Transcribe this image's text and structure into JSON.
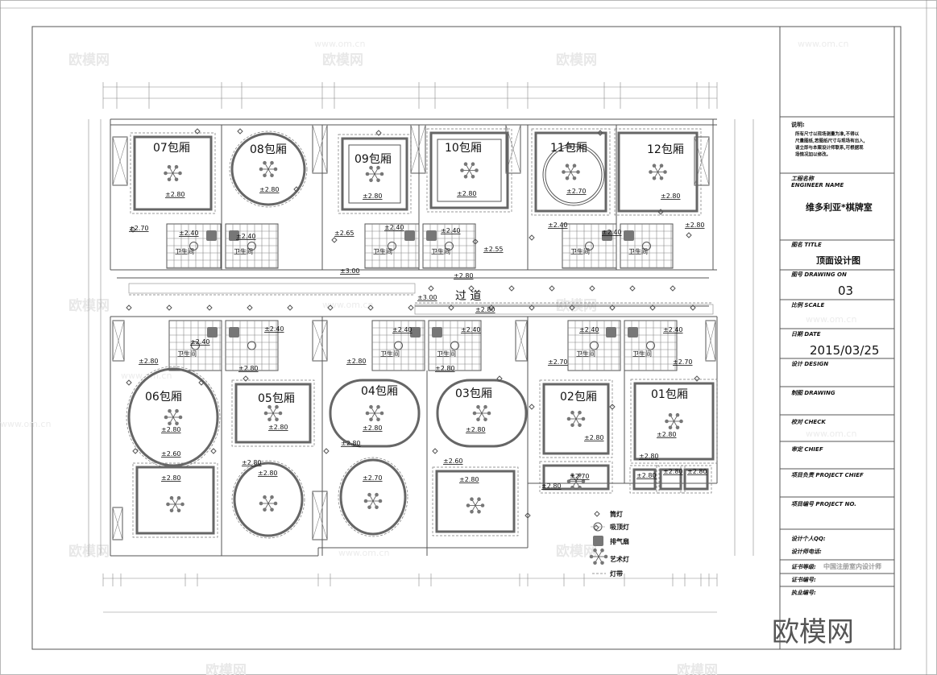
{
  "drawing": {
    "corridor_label": "过 道",
    "rooms": [
      {
        "label": "07包厢",
        "elev": "±2.80"
      },
      {
        "label": "08包厢",
        "elev": "±2.80"
      },
      {
        "label": "09包厢",
        "elev": "±2.80"
      },
      {
        "label": "10包厢",
        "elev": "±2.80"
      },
      {
        "label": "11包厢",
        "elev": "±2.70"
      },
      {
        "label": "12包厢",
        "elev": "±2.80"
      },
      {
        "label": "06包厢",
        "elev": "±2.80"
      },
      {
        "label": "05包厢",
        "elev": "±2.80"
      },
      {
        "label": "04包厢",
        "elev": "±2.80"
      },
      {
        "label": "03包厢",
        "elev": "±2.80"
      },
      {
        "label": "02包厢",
        "elev": "±2.80"
      },
      {
        "label": "01包厢",
        "elev": "±2.80"
      }
    ],
    "bathroom_label": "卫生间",
    "elevations": [
      "±2.70",
      "±2.40",
      "±2.40",
      "±2.65",
      "±2.40",
      "±2.40",
      "±2.55",
      "±2.80",
      "±2.40",
      "±2.40",
      "±2.80",
      "±3.00",
      "±2.80",
      "±3.00",
      "±2.40",
      "±2.40",
      "±2.40",
      "±2.40",
      "±2.40",
      "±2.40",
      "±2.80",
      "±2.80",
      "±2.80",
      "±2.80",
      "±2.70",
      "±2.70",
      "±2.60",
      "±2.80",
      "±2.80",
      "±2.60",
      "±2.80",
      "±2.80",
      "±2.80",
      "±2.80",
      "±2.70",
      "±2.80",
      "±2.80",
      "±2.80",
      "±2.80",
      "±2.70"
    ]
  },
  "legend": [
    {
      "icon": "downlight-icon",
      "label": "筒灯"
    },
    {
      "icon": "ceiling-light-icon",
      "label": "吸顶灯"
    },
    {
      "icon": "exhaust-fan-icon",
      "label": "排气扇"
    },
    {
      "icon": "art-lamp-icon",
      "label": "艺术灯"
    },
    {
      "icon": "light-strip-icon",
      "label": "灯带"
    }
  ],
  "title_block": {
    "notes_title": "说明:",
    "notes": [
      "所有尺寸以现场测量为准,不得以",
      "尺量图纸,若图纸尺寸与现场有出入,",
      "请立即与本案设计师联系,可根据现",
      "场情况加以修改。"
    ],
    "project_label": "工程名称",
    "project_label_en": "ENGINEER NAME",
    "project_name": "维多利亚*棋牌室",
    "title_label": "图名 TITLE",
    "title": "顶面设计图",
    "number_label": "图号 DRAWING ON",
    "number": "03",
    "scale_label": "比例 SCALE",
    "date_label": "日期 DATE",
    "date": "2015/03/25",
    "design_label": "设计 DESIGN",
    "drawing_label": "制图 DRAWING",
    "check_label": "校对 CHECK",
    "chief_label": "审定 CHIEF",
    "project_chief_label": "项目负责 PROJECT CHIEF",
    "project_no_label": "项目编号 PROJECT NO.",
    "qq_label": "设计个人QQ:",
    "phone_label": "设计师电话:",
    "cert_level_label": "证书等级:",
    "cert_level": "中国注册室内设计师",
    "cert_no_label": "证书编号:",
    "practice_no_label": "执业编号:"
  },
  "watermark": {
    "logo": "欧模网",
    "url": "www.om.cn"
  }
}
